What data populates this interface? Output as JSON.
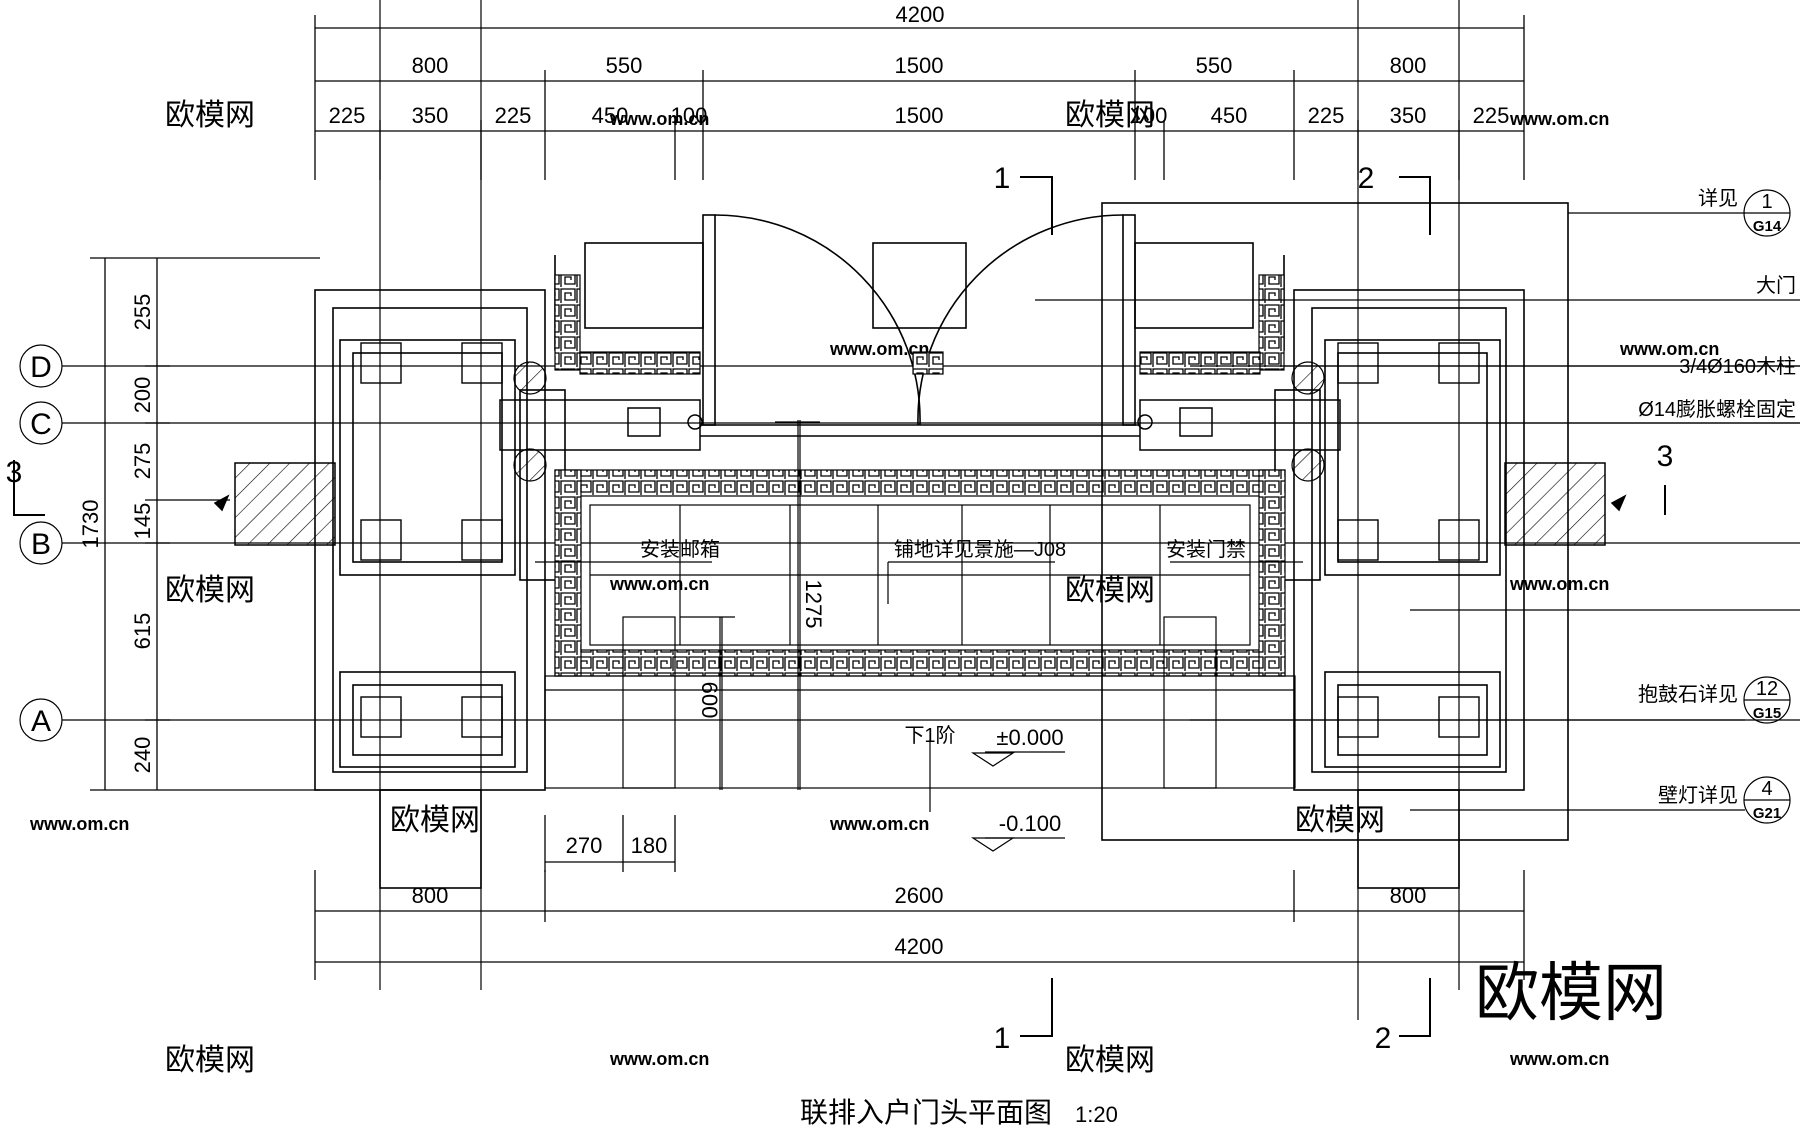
{
  "title": {
    "text": "联排入户门头平面图",
    "scale": "1:20"
  },
  "dims_top": {
    "overall": "4200",
    "row2": [
      "800",
      "550",
      "1500",
      "550",
      "800"
    ],
    "row3": [
      "225",
      "350",
      "225",
      "450",
      "100",
      "1500",
      "100",
      "450",
      "225",
      "350",
      "225"
    ]
  },
  "dims_bottom": {
    "small": [
      "270",
      "180"
    ],
    "row": [
      "800",
      "2600",
      "800"
    ],
    "overall": "4200"
  },
  "dims_left": {
    "segments": [
      "255",
      "200",
      "275",
      "145",
      "615",
      "240"
    ],
    "overall": "1730"
  },
  "dims_inner": {
    "v1": "1275",
    "v2": "600"
  },
  "axes": [
    "D",
    "C",
    "B",
    "A"
  ],
  "sections": {
    "s1": "1",
    "s2": "2",
    "s3": "3"
  },
  "labels": {
    "mailbox": "安装邮箱",
    "paving": "铺地详见景施—J08",
    "access": "安装门禁",
    "step": "下1阶",
    "elev1": "±0.000",
    "elev2": "-0.100"
  },
  "callouts": [
    {
      "text": "详见",
      "num": "1",
      "sheet": "G14"
    },
    {
      "text": "大门"
    },
    {
      "text": "3/4Ø160木柱"
    },
    {
      "text": "Ø14膨胀螺栓固定"
    },
    {
      "text": "抱鼓石详见",
      "num": "12",
      "sheet": "G15"
    },
    {
      "text": "壁灯详见",
      "num": "4",
      "sheet": "G21"
    }
  ],
  "watermark": {
    "logo": "欧模网",
    "url": "www.om.cn"
  }
}
